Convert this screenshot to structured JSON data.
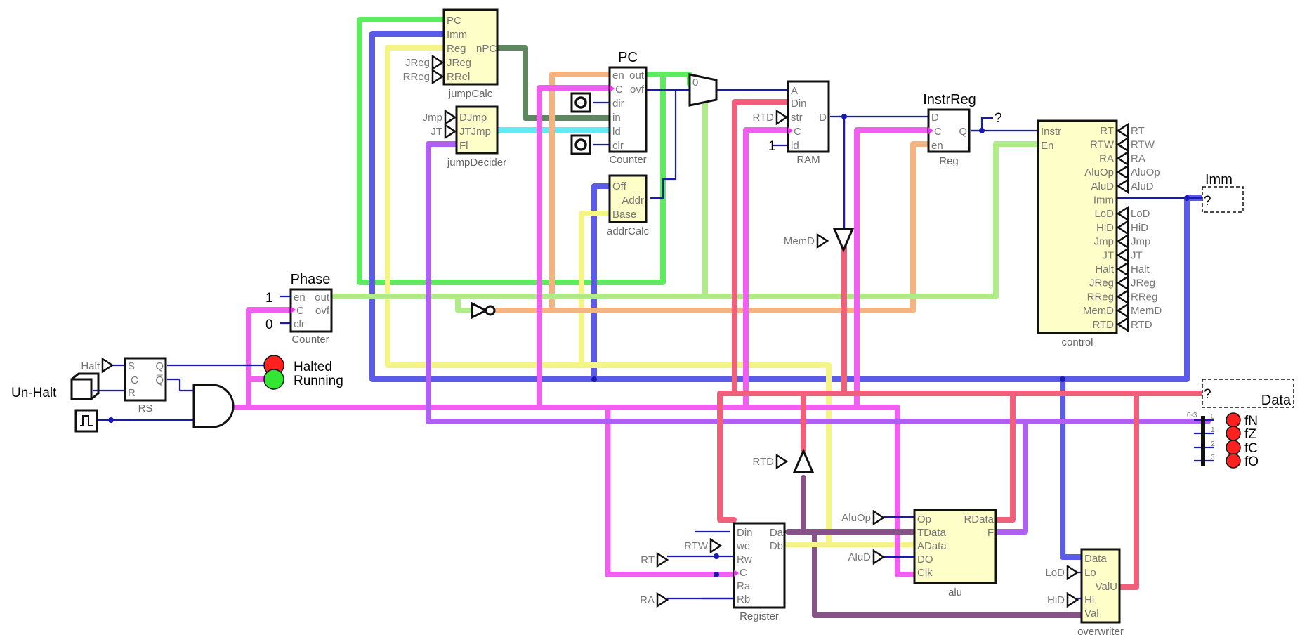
{
  "components": {
    "jumpCalc": {
      "name": "jumpCalc",
      "pins_left": [
        "PC",
        "Imm",
        "Reg",
        "JReg",
        "RRel"
      ],
      "pins_right": [
        "nPC"
      ],
      "tunnels": [
        "JReg",
        "RReg"
      ]
    },
    "jumpDecider": {
      "name": "jumpDecider",
      "pins_left": [
        "DJmp",
        "JTJmp",
        "Fl"
      ],
      "tunnels": [
        "Jmp",
        "JT"
      ]
    },
    "pc_counter": {
      "title": "PC",
      "name": "Counter",
      "pins_left": [
        "en",
        "C",
        "dir",
        "in",
        "ld",
        "clr"
      ],
      "pins_right": [
        "out",
        "ovf"
      ]
    },
    "addrCalc": {
      "name": "addrCalc",
      "pins_left": [
        "Off",
        "Base"
      ],
      "pins_right": [
        "Addr"
      ]
    },
    "mux": {
      "sel_label": "0"
    },
    "ram": {
      "name": "RAM",
      "pins_left": [
        "A",
        "Din",
        "str",
        "C",
        "ld"
      ],
      "pins_right": [
        "D"
      ],
      "const_ld": "1",
      "tunnel_str": "RTD"
    },
    "instr_reg": {
      "title": "InstrReg",
      "name": "Reg",
      "pins_left": [
        "D",
        "C",
        "en"
      ],
      "pins_right": [
        "Q"
      ],
      "probe": "?"
    },
    "control": {
      "name": "control",
      "pins_left": [
        "Instr",
        "En"
      ],
      "pins_right": [
        "RT",
        "RTW",
        "RA",
        "AluOp",
        "AluD",
        "Imm",
        "LoD",
        "HiD",
        "Jmp",
        "JT",
        "Halt",
        "JReg",
        "RReg",
        "MemD",
        "RTD"
      ],
      "tunnels": [
        "RT",
        "RTW",
        "RA",
        "AluOp",
        "AluD",
        "LoD",
        "HiD",
        "Jmp",
        "JT",
        "Halt",
        "JReg",
        "RReg",
        "MemD",
        "RTD"
      ]
    },
    "imm_probe": {
      "title": "Imm",
      "value": "?"
    },
    "phase_counter": {
      "title": "Phase",
      "name": "Counter",
      "pins_left": [
        "en",
        "C",
        "clr"
      ],
      "pins_right": [
        "out",
        "ovf"
      ],
      "const_en": "1",
      "const_clr": "0"
    },
    "rs": {
      "name": "RS",
      "pins_left": [
        "S",
        "C",
        "R"
      ],
      "pins_right": [
        "Q",
        "Q̅"
      ],
      "tunnel": "Halt"
    },
    "un_halt_label": "Un-Halt",
    "halted_label": "Halted",
    "running_label": "Running",
    "memd_tunnel": "MemD",
    "rtd_tunnel": "RTD",
    "data_probe": {
      "title": "Data",
      "value": "?"
    },
    "flags": {
      "bits": [
        "0",
        "1",
        "2",
        "3"
      ],
      "range": "0-3",
      "names": [
        "fN",
        "fZ",
        "fC",
        "fO"
      ]
    },
    "register": {
      "name": "Register",
      "pins_left": [
        "Din",
        "we",
        "Rw",
        "C",
        "Ra",
        "Rb"
      ],
      "pins_right": [
        "Da",
        "Db"
      ],
      "tunnels": [
        "RTW",
        "RT",
        "RA"
      ]
    },
    "alu": {
      "name": "alu",
      "pins_left": [
        "Op",
        "TData",
        "AData",
        "DO",
        "Clk"
      ],
      "pins_right": [
        "RData",
        "F"
      ],
      "tunnels": [
        "AluOp",
        "AluD"
      ]
    },
    "overwriter": {
      "name": "overwriter",
      "pins_left": [
        "Data",
        "Lo",
        "Hi",
        "Val"
      ],
      "pins_right": [
        "ValU"
      ],
      "tunnels": [
        "LoD",
        "HiD"
      ]
    }
  },
  "colors": {
    "green": "#33e633",
    "blue": "#2e2ee6",
    "yellow": "#f2f266",
    "magenta": "#ee33ee",
    "purple": "#9933ee",
    "red": "#ee3355",
    "orange": "#f0a060",
    "cyan": "#33e6ee",
    "lime": "#99e666",
    "darkgreen": "#336633",
    "darkpurple": "#662266",
    "wire": "#1a1ab3",
    "box_fill": "#fefec8"
  }
}
